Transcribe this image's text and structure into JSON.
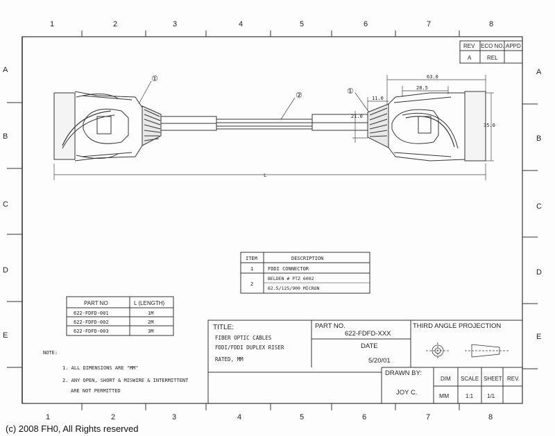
{
  "grid": {
    "columns": [
      "1",
      "2",
      "3",
      "4",
      "5",
      "6",
      "7",
      "8"
    ],
    "rows": [
      "A",
      "B",
      "C",
      "D",
      "E"
    ]
  },
  "revision_table": {
    "headers": [
      "REV",
      "ECO NO.",
      "APPD"
    ],
    "row": [
      "A",
      "REL",
      ""
    ]
  },
  "callouts": [
    "①",
    "②",
    "①"
  ],
  "dimensions": {
    "d1": "63.0",
    "d2": "28.5",
    "d3": "11.0",
    "d4": "21.0",
    "d5": "35.0",
    "length": "L"
  },
  "item_table": {
    "headers": [
      "ITEM",
      "DESCRIPTION"
    ],
    "rows": [
      {
        "item": "1",
        "desc": [
          "FDDI CONNECTOR"
        ]
      },
      {
        "item": "2",
        "desc": [
          "BELDEN # PTZ 6002",
          "62.5/125/900 MICRON"
        ]
      }
    ]
  },
  "part_table": {
    "headers": [
      "PART NO",
      "L (LENGTH)"
    ],
    "rows": [
      [
        "622-FDFD-001",
        "1M"
      ],
      [
        "622-FDFD-002",
        "2M"
      ],
      [
        "622-FDFD-003",
        "3M"
      ]
    ]
  },
  "notes": {
    "label": "NOTE:",
    "lines": [
      "1. ALL DIMENSIONS ARE \"MM\"",
      "2. ANY OPEN, SHORT & MISWIRE & INTERMITTENT",
      "ARE NOT PERMITTED"
    ]
  },
  "title_block": {
    "title_label": "TITLE:",
    "title_lines": [
      "FIBER OPTIC CABLES",
      "FDDI/FDDI DUPLEX RISER",
      "RATED, MM"
    ],
    "part_no_label": "PART NO.",
    "part_no": "622-FDFD-XXX",
    "date_label": "DATE",
    "date": "5/20/01",
    "projection": "THIRD ANGLE PROJECTION",
    "drawn_by_label": "DRAWN BY:",
    "drawn_by": "JOY C.",
    "dim_label": "DIM",
    "dim": "MM",
    "scale_label": "SCALE",
    "scale": "1:1",
    "sheet_label": "SHEET",
    "sheet": "1/1",
    "rev_label": "REV."
  },
  "copyright": "(c) 2008 FH0, All Rights reserved"
}
